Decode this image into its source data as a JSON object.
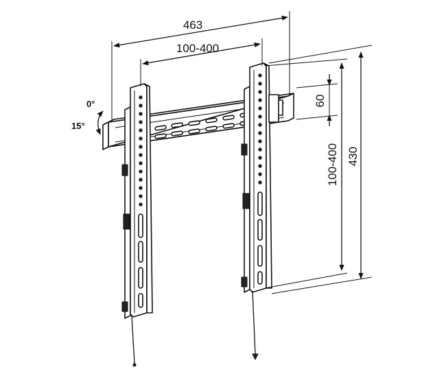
{
  "dimensions": {
    "overall_width": "463",
    "vesa_horizontal": "100-400",
    "slot_spacing": "60",
    "vesa_vertical": "100-400",
    "overall_height": "430"
  },
  "tilt": {
    "angle_min": "0°",
    "angle_max": "15°"
  }
}
